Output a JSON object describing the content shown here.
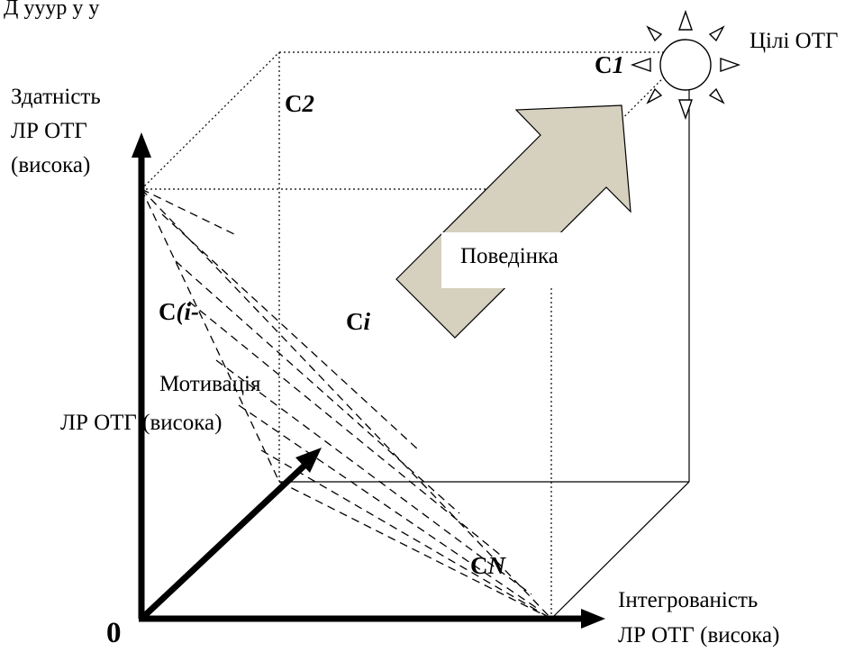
{
  "header_text": "Д                 ууур    у   у",
  "axes": {
    "vertical": {
      "line1": "Здатність",
      "line2": "ЛР ОТГ",
      "line3": "(висока)"
    },
    "horizontal": {
      "line1": "Інтегрованість",
      "line2": "ЛР ОТГ (висока)"
    },
    "depth": {
      "line1": "Мотивація",
      "line2": "ЛР ОТГ (висока)"
    },
    "origin": "0"
  },
  "goal_label": "Цілі ОТГ",
  "behavior_label": "Поведінка",
  "points": {
    "c1": {
      "prefix": "C",
      "suffix": "1"
    },
    "c2": {
      "prefix": "C",
      "suffix": "2"
    },
    "ci": {
      "prefix": "C",
      "suffix": "i"
    },
    "ci1": {
      "prefix": "C",
      "suffix": "(i-"
    },
    "cn": {
      "prefix": "C",
      "suffix": "N"
    }
  },
  "colors": {
    "arrow_fill": "#d6d0bf",
    "axis": "#000000",
    "sun": "#000000"
  }
}
